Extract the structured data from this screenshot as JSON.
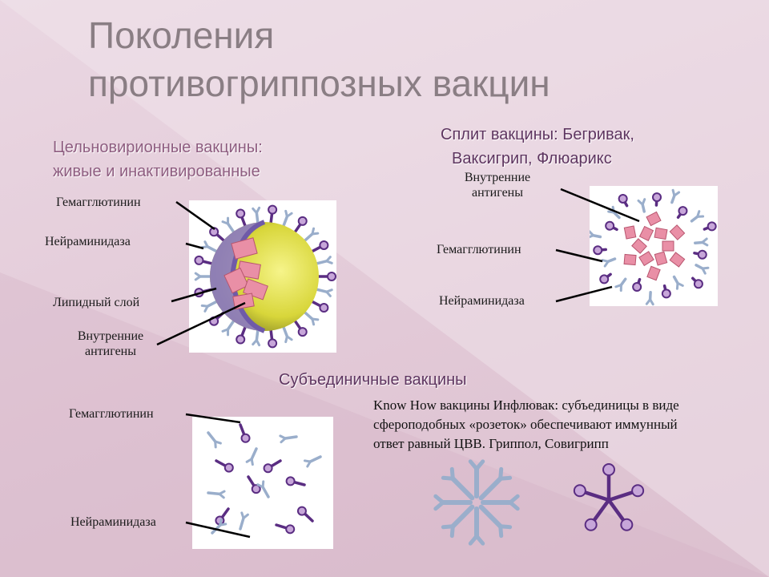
{
  "title": {
    "line1": "Поколения",
    "line2": "противогриппозных вакцин"
  },
  "whole_virion": {
    "heading_line1": "Цельновирионные вакцины:",
    "heading_line2": "живые и инактивированные",
    "labels": {
      "hemagglutinin": "Гемагглютинин",
      "neuraminidase": "Нейраминидаза",
      "lipid_layer": "Липидный слой",
      "internal_antigens_line1": "Внутренние",
      "internal_antigens_line2": "антигены"
    }
  },
  "split": {
    "heading_line1": "Сплит вакцины: Бегривак,",
    "heading_line2": "Ваксигрип, Флюарикс",
    "labels": {
      "internal_antigens_line1": "Внутренние",
      "internal_antigens_line2": "антигены",
      "hemagglutinin": "Гемагглютинин",
      "neuraminidase": "Нейраминидаза"
    }
  },
  "subunit": {
    "heading": "Субъединичные вакцины",
    "labels": {
      "hemagglutinin": "Гемагглютинин",
      "neuraminidase": "Нейраминидаза"
    },
    "description_line1": "Know How вакцины Инфлювак: субъединицы в виде",
    "description_line2": "сфероподобных  «розеток» обеспечивают иммунный",
    "description_line3": "ответ равный ЦВВ. Гриппол,  Совигрипп"
  },
  "colors": {
    "hemagglutinin": "#9aaecb",
    "neuraminidase": "#5a2d82",
    "neuraminidase_head": "#c7a6d9",
    "internal_antigen": "#e98fa6",
    "virion_core": "#8e7cc3",
    "virion_shell": "#e4e24a"
  }
}
